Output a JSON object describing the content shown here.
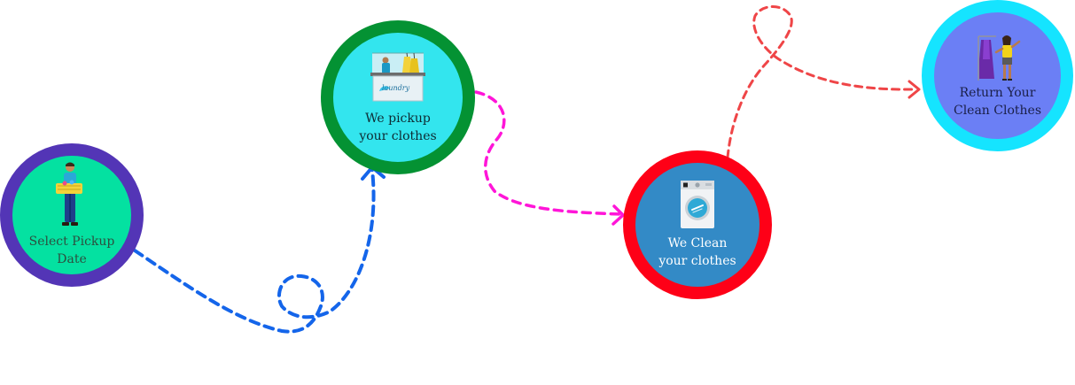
{
  "steps": [
    {
      "label": "Select Pickup\nDate",
      "illustration": "man-holding-laundry-basket-icon"
    },
    {
      "label": "We pickup\nyour clothes",
      "illustration": "laundry-counter-icon",
      "logo_text": "laundry"
    },
    {
      "label": "We Clean\nyour clothes",
      "illustration": "washing-machine-icon"
    },
    {
      "label": "Return Your\nClean Clothes",
      "illustration": "woman-with-garment-rack-icon"
    }
  ],
  "colors": {
    "step1_ring": "#5335b6",
    "step1_fill": "#04e1a1",
    "step2_ring": "#049233",
    "step2_fill": "#33e5ee",
    "step3_ring": "#fe0017",
    "step3_fill": "#338ac6",
    "step4_ring": "#15e4ff",
    "step4_fill": "#6b7ff5",
    "connector_1_2": "#1465ea",
    "connector_2_3": "#ff15d8",
    "connector_3_4": "#ef4547"
  }
}
